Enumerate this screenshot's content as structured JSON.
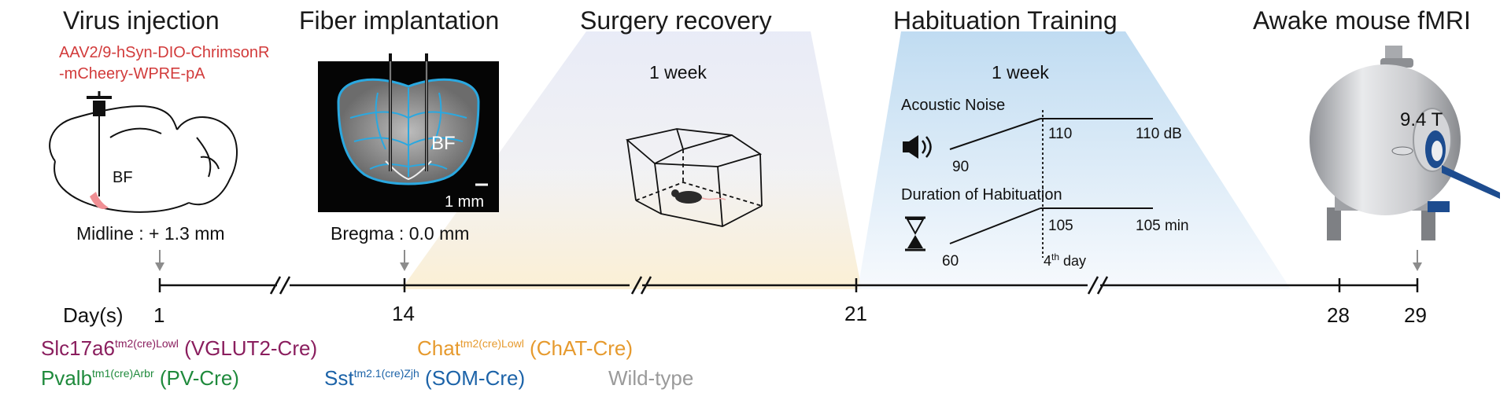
{
  "stages": {
    "virus": {
      "title": "Virus injection",
      "virus_line1": "AAV2/9-hSyn-DIO-ChrimsonR",
      "virus_line2": "-mCheery-WPRE-pA",
      "region": "BF",
      "coord": "Midline : + 1.3 mm"
    },
    "fiber": {
      "title": "Fiber implantation",
      "region": "BF",
      "scale": "1 mm",
      "coord": "Bregma : 0.0 mm"
    },
    "surgery": {
      "title": "Surgery recovery",
      "duration": "1 week"
    },
    "habituation": {
      "title": "Habituation Training",
      "duration": "1 week",
      "noise_label": "Acoustic Noise",
      "noise_start": "90",
      "noise_mid": "110",
      "noise_end": "110 dB",
      "duration_label": "Duration of Habituation",
      "dur_start": "60",
      "dur_mid": "105",
      "dur_end": "105 min",
      "day_num": "4",
      "day_sup": "th",
      "day_word": " day"
    },
    "fmri": {
      "title": "Awake mouse fMRI",
      "field": "9.4 T"
    }
  },
  "timeline": {
    "label": "Day(s)",
    "days": [
      "1",
      "14",
      "21",
      "28",
      "29"
    ]
  },
  "strains": {
    "vglut": {
      "name": "Slc17a6",
      "sup": "tm2(cre)Lowl",
      "alias": " (VGLUT2-Cre)",
      "color": "#8a1e5e"
    },
    "chat": {
      "name": "Chat",
      "sup": "tm2(cre)Lowl",
      "alias": " (ChAT-Cre)",
      "color": "#e69a2e"
    },
    "pv": {
      "name": "Pvalb",
      "sup": "tm1(cre)Arbr",
      "alias": " (PV-Cre)",
      "color": "#1f8a3c"
    },
    "som": {
      "name": "Sst",
      "sup": "tm2.1(cre)Zjh",
      "alias": " (SOM-Cre)",
      "color": "#1c63a8"
    },
    "wt": {
      "name": "Wild-type",
      "color": "#9a9a9a"
    }
  },
  "colors": {
    "virus_text": "#d23b3b",
    "brain_outline": "#2aa8e0"
  },
  "icons": [
    "syringe-icon",
    "speaker-icon",
    "hourglass-icon",
    "arrow-down-icon",
    "cage-icon",
    "mouse-icon",
    "mri-scanner-icon",
    "brain-slice-icon"
  ]
}
